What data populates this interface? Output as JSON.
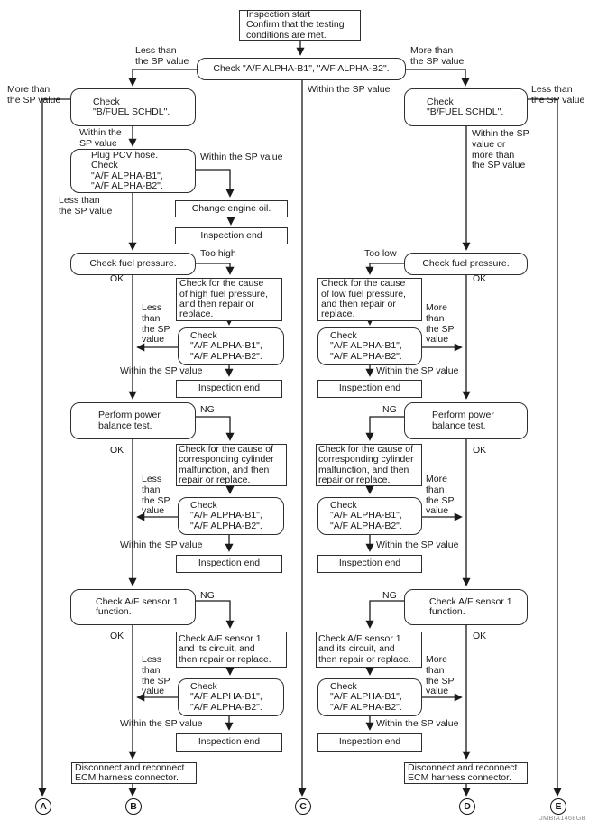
{
  "code": "JMBIA1468GB",
  "boxes": {
    "inspection_start": "Inspection start\nConfirm that the testing\nconditions are met.",
    "check_alpha_inline": "Check \"A/F ALPHA-B1\", \"A/F ALPHA-B2\".",
    "check_bfuel": "Check\n\"B/FUEL SCHDL\".",
    "plug_pcv": "Plug PCV hose.\nCheck\n\"A/F ALPHA-B1\",\n\"A/F ALPHA-B2\".",
    "change_oil": "Change engine oil.",
    "inspection_end": "Inspection end",
    "check_fuel_pressure": "Check fuel pressure.",
    "cause_high_fuel": "Check for the cause\nof high fuel pressure,\nand then repair or\nreplace.",
    "cause_low_fuel": "Check for the cause\nof low fuel pressure,\nand then repair or\nreplace.",
    "check_alpha": "Check\n\"A/F ALPHA-B1\",\n\"A/F ALPHA-B2\".",
    "power_balance": "Perform power\nbalance test.",
    "cause_cylinder": "Check for the cause of\ncorresponding cylinder\nmalfunction, and then\nrepair or replace.",
    "check_af_sensor": "Check A/F sensor 1\nfunction.",
    "af_sensor_circuit": "Check A/F sensor 1\nand its circuit, and\nthen repair or replace.",
    "disconnect_ecm": "Disconnect and reconnect\nECM harness connector."
  },
  "labels": {
    "less_than": "Less than\nthe SP value",
    "more_than": "More than\nthe SP value",
    "within_two": "Within the\nSP value",
    "within_one": "Within the SP value",
    "within_or_more": "Within the SP\nvalue or\nmore than\nthe SP value",
    "less_stack": "Less\nthan\nthe SP\nvalue",
    "more_stack": "More\nthan\nthe SP\nvalue",
    "too_high": "Too high",
    "too_low": "Too low",
    "ok": "OK",
    "ng": "NG"
  },
  "terminals": {
    "a": "A",
    "b": "B",
    "c": "C",
    "d": "D",
    "e": "E"
  }
}
